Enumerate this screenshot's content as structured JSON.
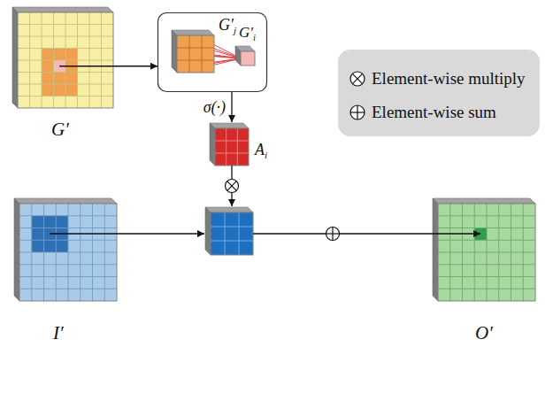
{
  "diagram": {
    "nodes": [
      {
        "text": [
          "G′"
        ]
      },
      {
        "text": []
      },
      {
        "text": [
          "G′j"
        ],
        "in": 1
      },
      {
        "text": [
          "G′i"
        ],
        "in": 1
      },
      {
        "text": [
          "Ai"
        ]
      },
      {
        "text": [
          "I′"
        ]
      },
      {
        "text": []
      },
      {
        "text": [
          "O′"
        ]
      }
    ],
    "edges": [
      {
        "from": 0,
        "to": 1,
        "arrow": "to"
      },
      {
        "from": 1,
        "to": 4,
        "arrow": "to",
        "label": "σ(·)"
      },
      {
        "from": 4,
        "to": 6,
        "arrow": "to"
      },
      {
        "from": 5,
        "to": 6,
        "arrow": "to"
      },
      {
        "from": 6,
        "to": 7,
        "arrow": "to"
      }
    ],
    "legend": [
      {
        "text": "Element-wise multiply"
      },
      {
        "text": "Element-wise sum"
      }
    ]
  }
}
